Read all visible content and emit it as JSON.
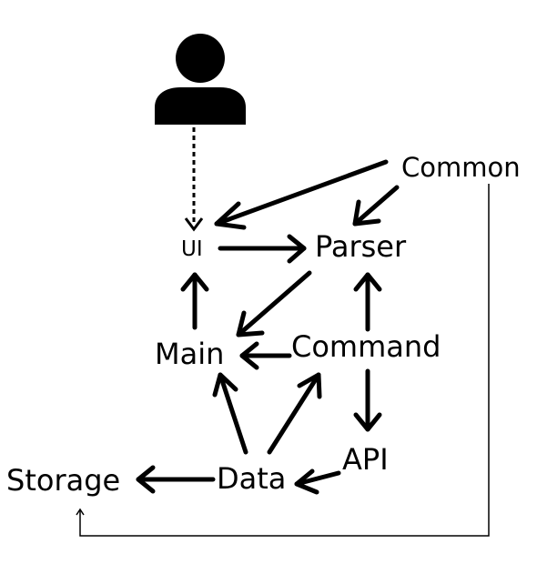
{
  "diagram": {
    "actor": {
      "icon": "user-icon"
    },
    "nodes": {
      "common": "Common",
      "ui": "UI",
      "parser": "Parser",
      "main": "Main",
      "command": "Command",
      "api": "API",
      "data": "Data",
      "storage": "Storage"
    },
    "colors": {
      "stroke": "#000000",
      "background": "#ffffff"
    }
  }
}
